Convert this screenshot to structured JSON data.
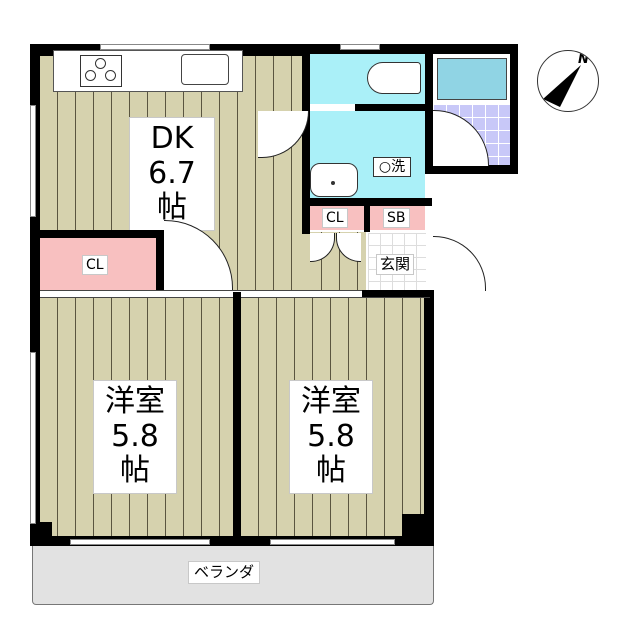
{
  "floor_plan": {
    "rooms": {
      "dk": {
        "name": "DK",
        "size": "6.7帖"
      },
      "western_room_1": {
        "name": "洋室",
        "size": "5.8帖"
      },
      "western_room_2": {
        "name": "洋室",
        "size": "5.8帖"
      },
      "closet_left": {
        "name": "CL"
      },
      "closet_hall": {
        "name": "CL"
      },
      "shoe_box": {
        "name": "SB"
      },
      "entrance": {
        "name": "玄関"
      },
      "washer": {
        "name": "○洗"
      },
      "veranda": {
        "name": "ベランダ"
      }
    },
    "compass": {
      "label": "N"
    },
    "colors": {
      "floor": "#d6d2ae",
      "wet_area": "#aaf0f8",
      "closet": "#f8c0c0",
      "bath_tile": "#c8c8f8",
      "bathtub": "#90d4e4",
      "veranda": "#e2e2e2",
      "wall": "#000000"
    }
  }
}
